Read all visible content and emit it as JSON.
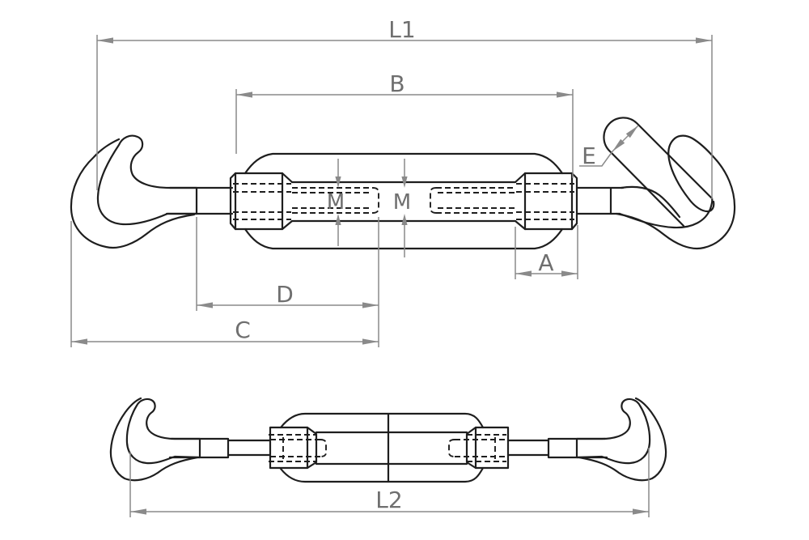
{
  "page": {
    "background": "#ffffff"
  },
  "colors": {
    "outline": "#1e1e1e",
    "dimension_line": "#8a8a8a",
    "label": "#6f6f6f"
  },
  "drawing": {
    "type": "technical-dimension-drawing",
    "subject": "hook-and-hook turnbuckle, two views"
  },
  "dimensions": {
    "l1": "L1",
    "b": "B",
    "e": "E",
    "m_left": "M",
    "m_right": "M",
    "a": "A",
    "d": "D",
    "c": "C",
    "l2": "L2"
  }
}
